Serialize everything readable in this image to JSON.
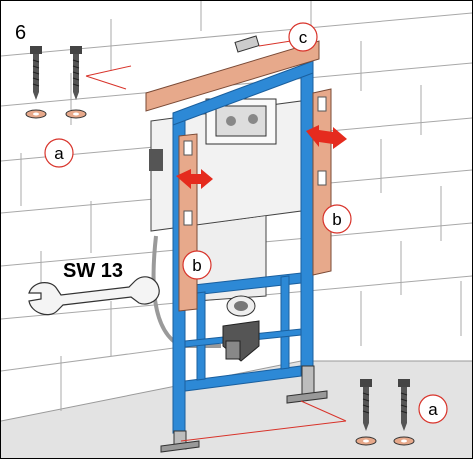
{
  "step_number": "6",
  "wrench_label": "SW 13",
  "callouts": {
    "a_top_left": "a",
    "a_bottom_right": "a",
    "b_left": "b",
    "b_right": "b",
    "c_top": "c"
  },
  "colors": {
    "frame_blue": "#2d89d6",
    "board_orange": "#e7a98b",
    "arrow_red": "#e52b1e",
    "callout_red": "#d8332a",
    "wall_line": "#9a9a9a",
    "floor_gray": "#d9d9d9"
  }
}
